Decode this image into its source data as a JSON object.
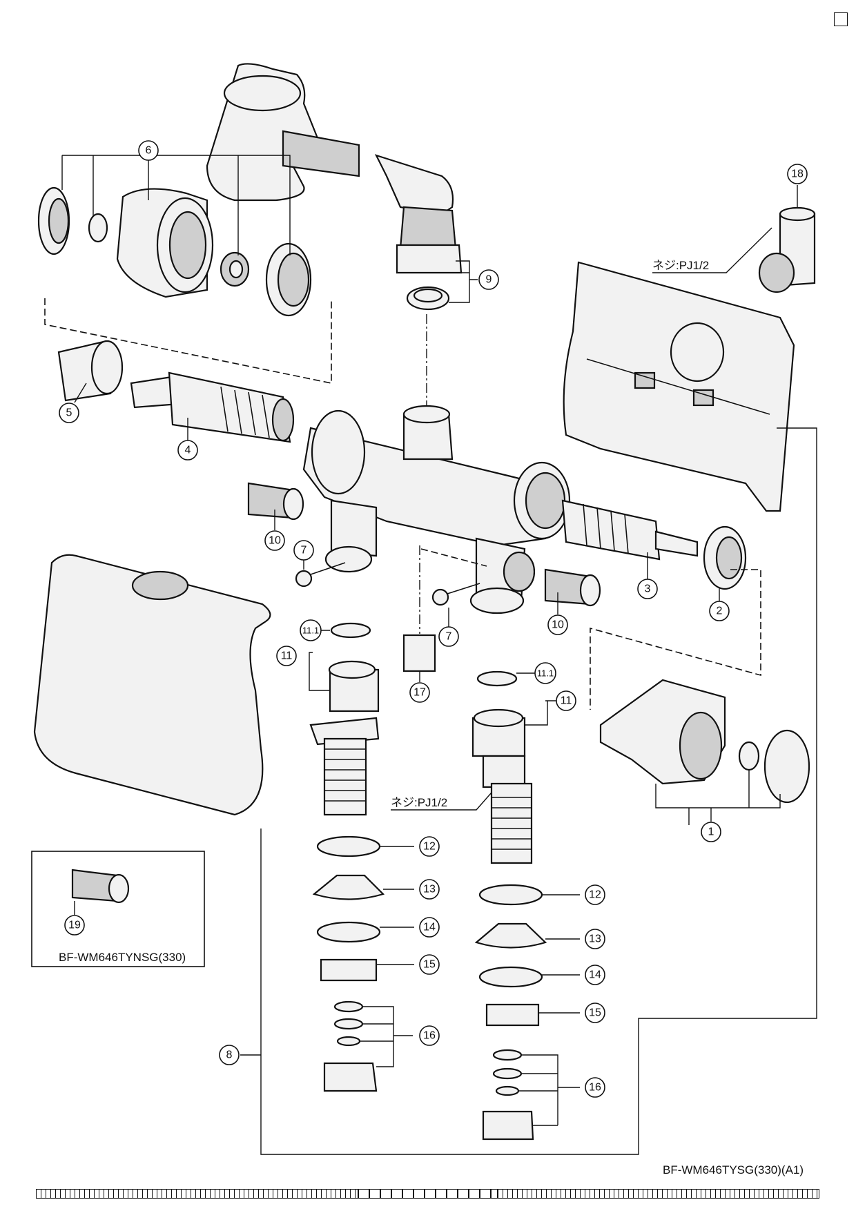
{
  "callouts": {
    "c1": "1",
    "c2": "2",
    "c3": "3",
    "c4": "4",
    "c5": "5",
    "c6": "6",
    "c7a": "7",
    "c7b": "7",
    "c8": "8",
    "c9": "9",
    "c10a": "10",
    "c10b": "10",
    "c11a": "11",
    "c11b": "11",
    "c111a": "11.1",
    "c111b": "11.1",
    "c12a": "12",
    "c12b": "12",
    "c13a": "13",
    "c13b": "13",
    "c14a": "14",
    "c14b": "14",
    "c15a": "15",
    "c15b": "15",
    "c16a": "16",
    "c16b": "16",
    "c17": "17",
    "c18": "18",
    "c19": "19"
  },
  "notes": {
    "thread_top": "ネジ:PJ1/2",
    "thread_bottom": "ネジ:PJ1/2"
  },
  "models": {
    "inset_model": "BF-WM646TYNSG(330)",
    "main_model": "BF-WM646TYSG(330)(A1)"
  }
}
